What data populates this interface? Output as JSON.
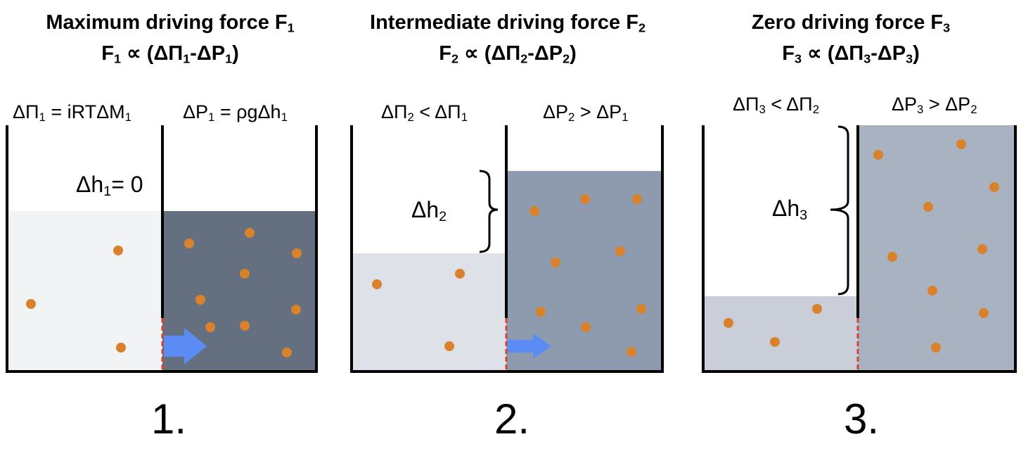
{
  "panels": [
    {
      "title": {
        "pre": "Maximum driving force F",
        "sub": "1"
      },
      "formula": {
        "a": "F",
        "a_sub": "1",
        "b": " ∝ (ΔΠ",
        "b_sub": "1",
        "c": "-ΔP",
        "c_sub": "1",
        "d": ")"
      },
      "left_label": {
        "a": "ΔΠ",
        "a_sub": "1",
        "b": " = iRTΔM",
        "b_sub": "1"
      },
      "right_label": {
        "a": "ΔP",
        "a_sub": "1",
        "b": " = ρgΔh",
        "b_sub": "1"
      },
      "dh": {
        "a": "Δh",
        "a_sub": "1",
        "b": "= 0"
      },
      "number": "1."
    },
    {
      "title": {
        "pre": "Intermediate driving force F",
        "sub": "2"
      },
      "formula": {
        "a": "F",
        "a_sub": "2",
        "b": " ∝ (ΔΠ",
        "b_sub": "2",
        "c": "-ΔP",
        "c_sub": "2",
        "d": ")"
      },
      "left_label": {
        "a": "ΔΠ",
        "a_sub": "2",
        "b": " < ΔΠ",
        "b_sub": "1"
      },
      "right_label": {
        "a": "ΔP",
        "a_sub": "2",
        "b": " > ΔP",
        "b_sub": "1"
      },
      "dh": {
        "a": "Δh",
        "a_sub": "2",
        "b": ""
      },
      "number": "2."
    },
    {
      "title": {
        "pre": "Zero driving force F",
        "sub": "3"
      },
      "formula": {
        "a": "F",
        "a_sub": "3",
        "b": " ∝ (ΔΠ",
        "b_sub": "3",
        "c": "-ΔP",
        "c_sub": "3",
        "d": ")"
      },
      "left_label": {
        "a": "ΔΠ",
        "a_sub": "3",
        "b": " < ΔΠ",
        "b_sub": "2"
      },
      "right_label": {
        "a": "ΔP",
        "a_sub": "3",
        "b": " > ΔP",
        "b_sub": "2"
      },
      "dh": {
        "a": "Δh",
        "a_sub": "3",
        "b": ""
      },
      "number": "3."
    }
  ],
  "colors": {
    "solute_particle": "#d9822b",
    "flow_arrow": "#5b8cf5",
    "membrane": "#d9402b",
    "panel1_left": "#f2f3f5",
    "panel1_right": "#64707f",
    "panel2_left": "#dee2e8",
    "panel2_right": "#8e9bae",
    "panel3_left": "#c9ced8",
    "panel3_right": "#a8b2c1"
  }
}
